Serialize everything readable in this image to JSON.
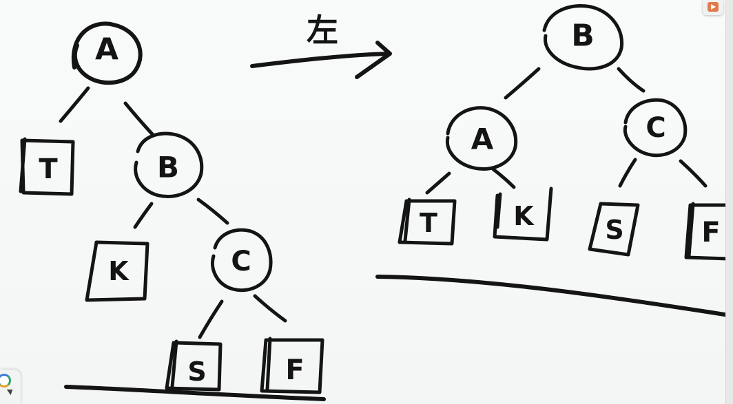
{
  "arrow": {
    "label": "左"
  },
  "left_tree": {
    "nodes": {
      "A": "A",
      "B": "B",
      "C": "C",
      "T": "T",
      "K": "K",
      "S": "S",
      "F": "F"
    }
  },
  "right_tree": {
    "nodes": {
      "B": "B",
      "A": "A",
      "C": "C",
      "T": "T",
      "K": "K",
      "S": "S",
      "F": "F"
    }
  },
  "icons": {
    "top_right": "video-recorder-icon",
    "bottom_left_ring": "color-ring-icon",
    "bottom_left_cursor": "pointer-icon"
  }
}
